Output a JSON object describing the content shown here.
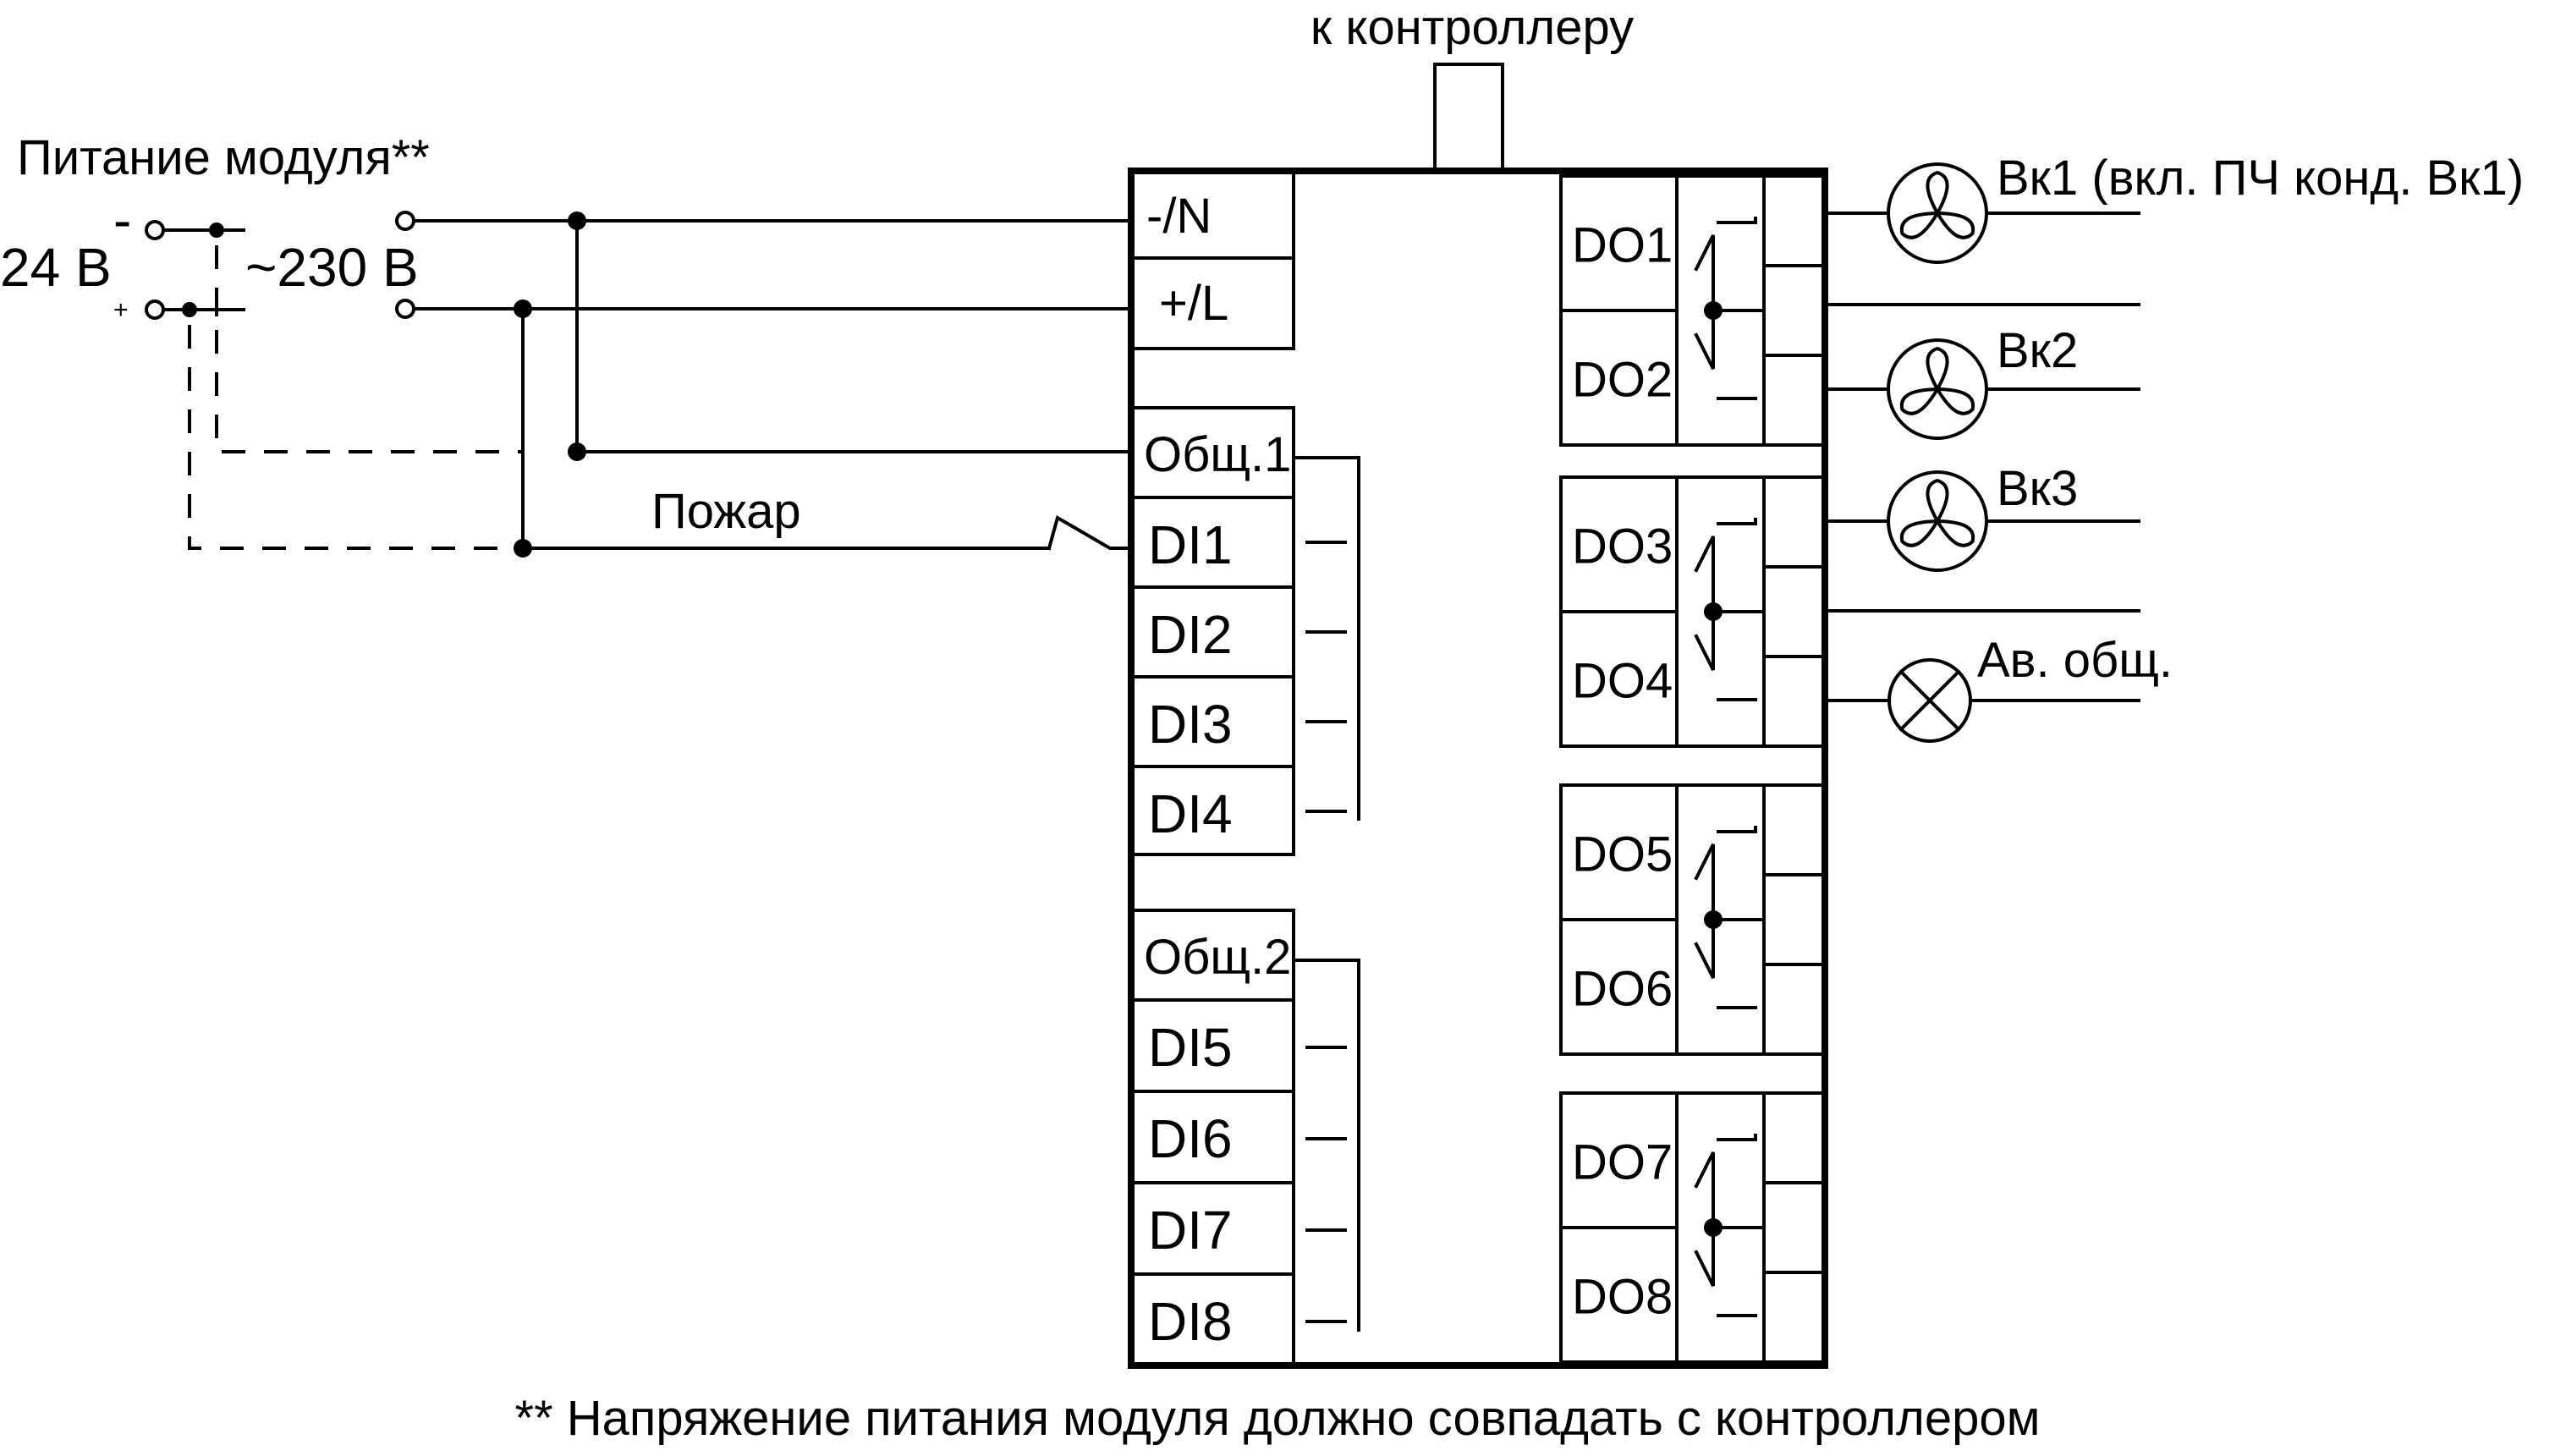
{
  "top_label": "к контроллеру",
  "power": {
    "title": "Питание модуля**",
    "dc_label": "24 В",
    "ac_label": "~230 В",
    "minus_sign": "-",
    "plus_sign": "+"
  },
  "fire_label": "Пожар",
  "power_terminals": [
    "-/N",
    "+/L"
  ],
  "input_group_1": {
    "common": "Общ.1",
    "inputs": [
      "DI1",
      "DI2",
      "DI3",
      "DI4"
    ]
  },
  "input_group_2": {
    "common": "Общ.2",
    "inputs": [
      "DI5",
      "DI6",
      "DI7",
      "DI8"
    ]
  },
  "outputs": [
    "DO1",
    "DO2",
    "DO3",
    "DO4",
    "DO5",
    "DO6",
    "DO7",
    "DO8"
  ],
  "loads": {
    "vk1": "Вк1 (вкл. ПЧ конд. Вк1)",
    "vk2": "Вк2",
    "vk3": "Вк3",
    "alarm": "Ав. общ."
  },
  "footnote": "** Напряжение питания модуля должно совпадать с контроллером"
}
